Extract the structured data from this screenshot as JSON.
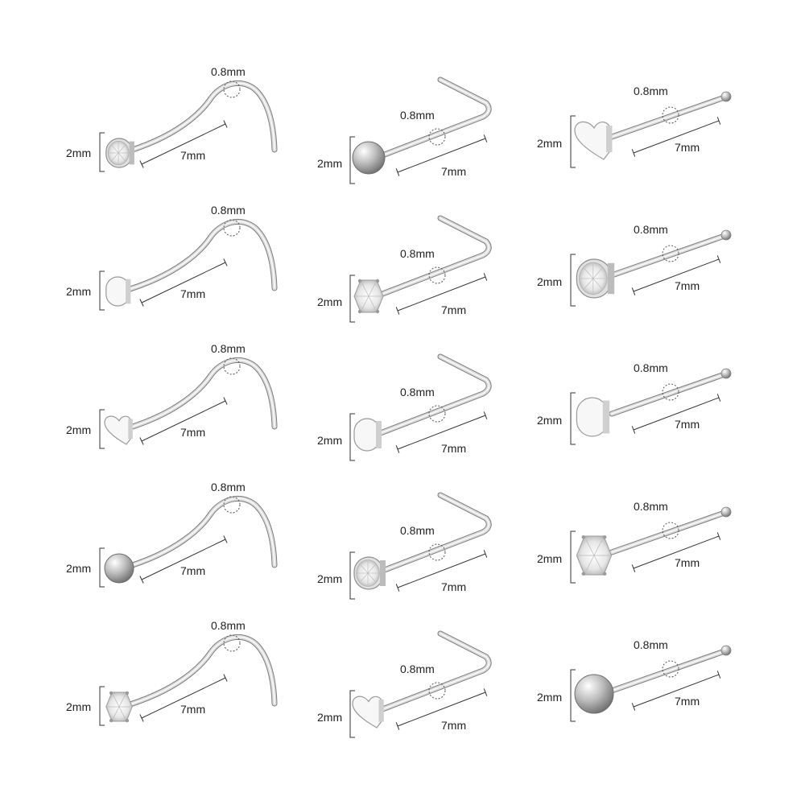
{
  "labels": {
    "gauge": "0.8mm",
    "length": "7mm",
    "head": "2mm"
  },
  "colors": {
    "metal_light": "#f2f2f2",
    "metal_mid": "#c4c4c4",
    "metal_dark": "#8a8a8a",
    "text": "#222222"
  },
  "grid": {
    "columns": [
      "screw",
      "l-bend",
      "straight-bone"
    ],
    "rows": [
      [
        "gem-bezel",
        "ball",
        "heart"
      ],
      [
        "flat-disc",
        "gem-prong",
        "gem-bezel-pave"
      ],
      [
        "heart",
        "flat-disc",
        "flat-disc"
      ],
      [
        "ball",
        "gem-bezel-pave",
        "gem-prong"
      ],
      [
        "gem-prong",
        "heart",
        "ball"
      ]
    ]
  }
}
